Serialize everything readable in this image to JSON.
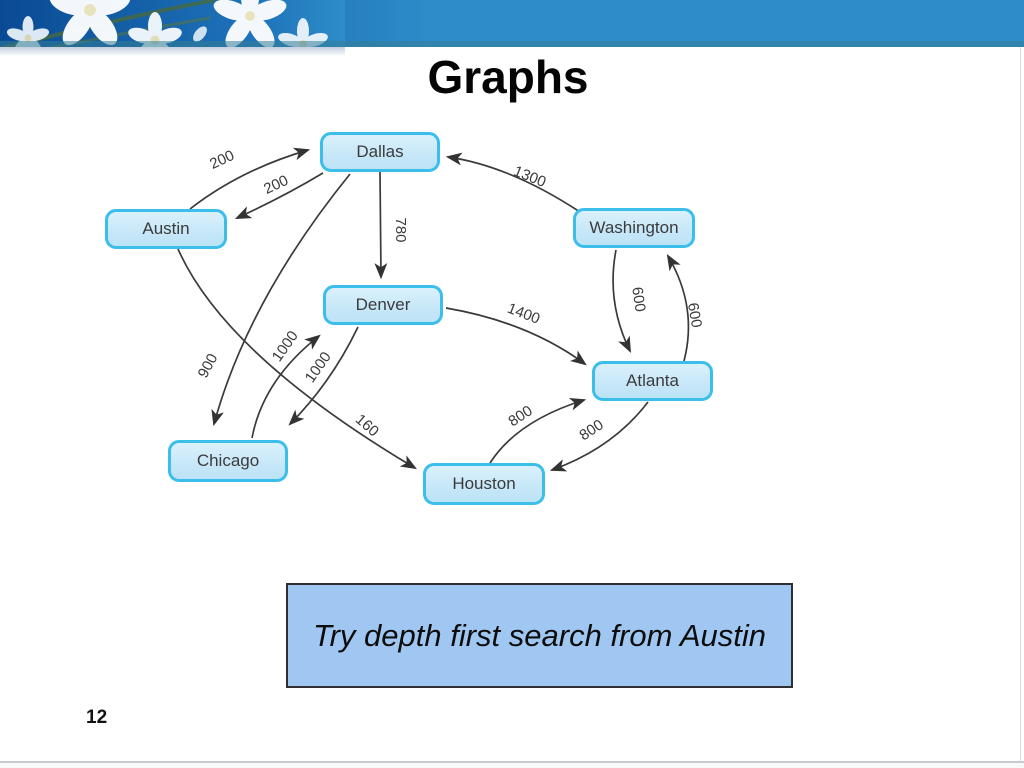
{
  "slide": {
    "title": "Graphs",
    "page_number": "12",
    "callout_text": "Try depth first search from Austin"
  },
  "graph": {
    "type": "directed-weighted-graph",
    "nodes": [
      {
        "id": "dallas",
        "label": "Dallas"
      },
      {
        "id": "austin",
        "label": "Austin"
      },
      {
        "id": "washington",
        "label": "Washington"
      },
      {
        "id": "denver",
        "label": "Denver"
      },
      {
        "id": "atlanta",
        "label": "Atlanta"
      },
      {
        "id": "chicago",
        "label": "Chicago"
      },
      {
        "id": "houston",
        "label": "Houston"
      }
    ],
    "edges": [
      {
        "from": "Austin",
        "to": "Dallas",
        "weight": "200"
      },
      {
        "from": "Dallas",
        "to": "Austin",
        "weight": "200"
      },
      {
        "from": "Washington",
        "to": "Dallas",
        "weight": "1300"
      },
      {
        "from": "Dallas",
        "to": "Denver",
        "weight": "780"
      },
      {
        "from": "Dallas",
        "to": "Chicago",
        "weight": "900"
      },
      {
        "from": "Austin",
        "to": "Houston",
        "weight": "160"
      },
      {
        "from": "Chicago",
        "to": "Denver",
        "weight": "1000"
      },
      {
        "from": "Denver",
        "to": "Chicago",
        "weight": "1000"
      },
      {
        "from": "Denver",
        "to": "Atlanta",
        "weight": "1400"
      },
      {
        "from": "Washington",
        "to": "Atlanta",
        "weight": "600"
      },
      {
        "from": "Atlanta",
        "to": "Washington",
        "weight": "600"
      },
      {
        "from": "Houston",
        "to": "Atlanta",
        "weight": "800"
      },
      {
        "from": "Atlanta",
        "to": "Houston",
        "weight": "800"
      }
    ]
  },
  "colors": {
    "banner_blue": "#2E8CC9",
    "banner_dark_blue": "#0C4C97",
    "node_fill": "#CAE9FA",
    "node_border": "#3CBEEB",
    "callout_fill": "#A0C7F2",
    "edge_color": "#3A3A3A"
  }
}
